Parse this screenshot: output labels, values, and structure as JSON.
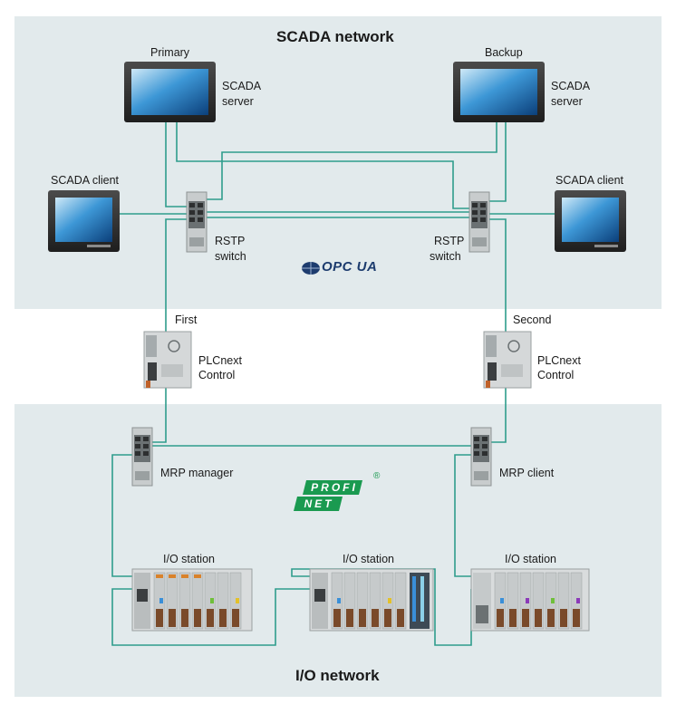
{
  "scada_zone": {
    "title": "SCADA network"
  },
  "io_zone": {
    "title": "I/O network"
  },
  "servers": [
    {
      "role": "Primary",
      "label_line1": "SCADA",
      "label_line2": "server"
    },
    {
      "role": "Backup",
      "label_line1": "SCADA",
      "label_line2": "server"
    }
  ],
  "clients": [
    {
      "label": "SCADA client"
    },
    {
      "label": "SCADA client"
    }
  ],
  "rstp_switches": [
    {
      "label_line1": "RSTP",
      "label_line2": "switch"
    },
    {
      "label_line1": "RSTP",
      "label_line2": "switch"
    }
  ],
  "opcua_logo": {
    "text": "OPC UA"
  },
  "controllers": [
    {
      "role": "First",
      "label_line1": "PLCnext",
      "label_line2": "Control"
    },
    {
      "role": "Second",
      "label_line1": "PLCnext",
      "label_line2": "Control"
    }
  ],
  "mrp_switches": [
    {
      "label": "MRP manager"
    },
    {
      "label": "MRP client"
    }
  ],
  "profinet_logo": {
    "line1": "PROFI",
    "line2": "NET",
    "mark": "®"
  },
  "io_stations": [
    {
      "label": "I/O station"
    },
    {
      "label": "I/O station"
    },
    {
      "label": "I/O station"
    }
  ],
  "colors": {
    "zone_bg": "#e2eaec",
    "network_line": "#2e9c8c",
    "profinet_green": "#1a9a50",
    "opcua_blue": "#1d3c6e"
  }
}
